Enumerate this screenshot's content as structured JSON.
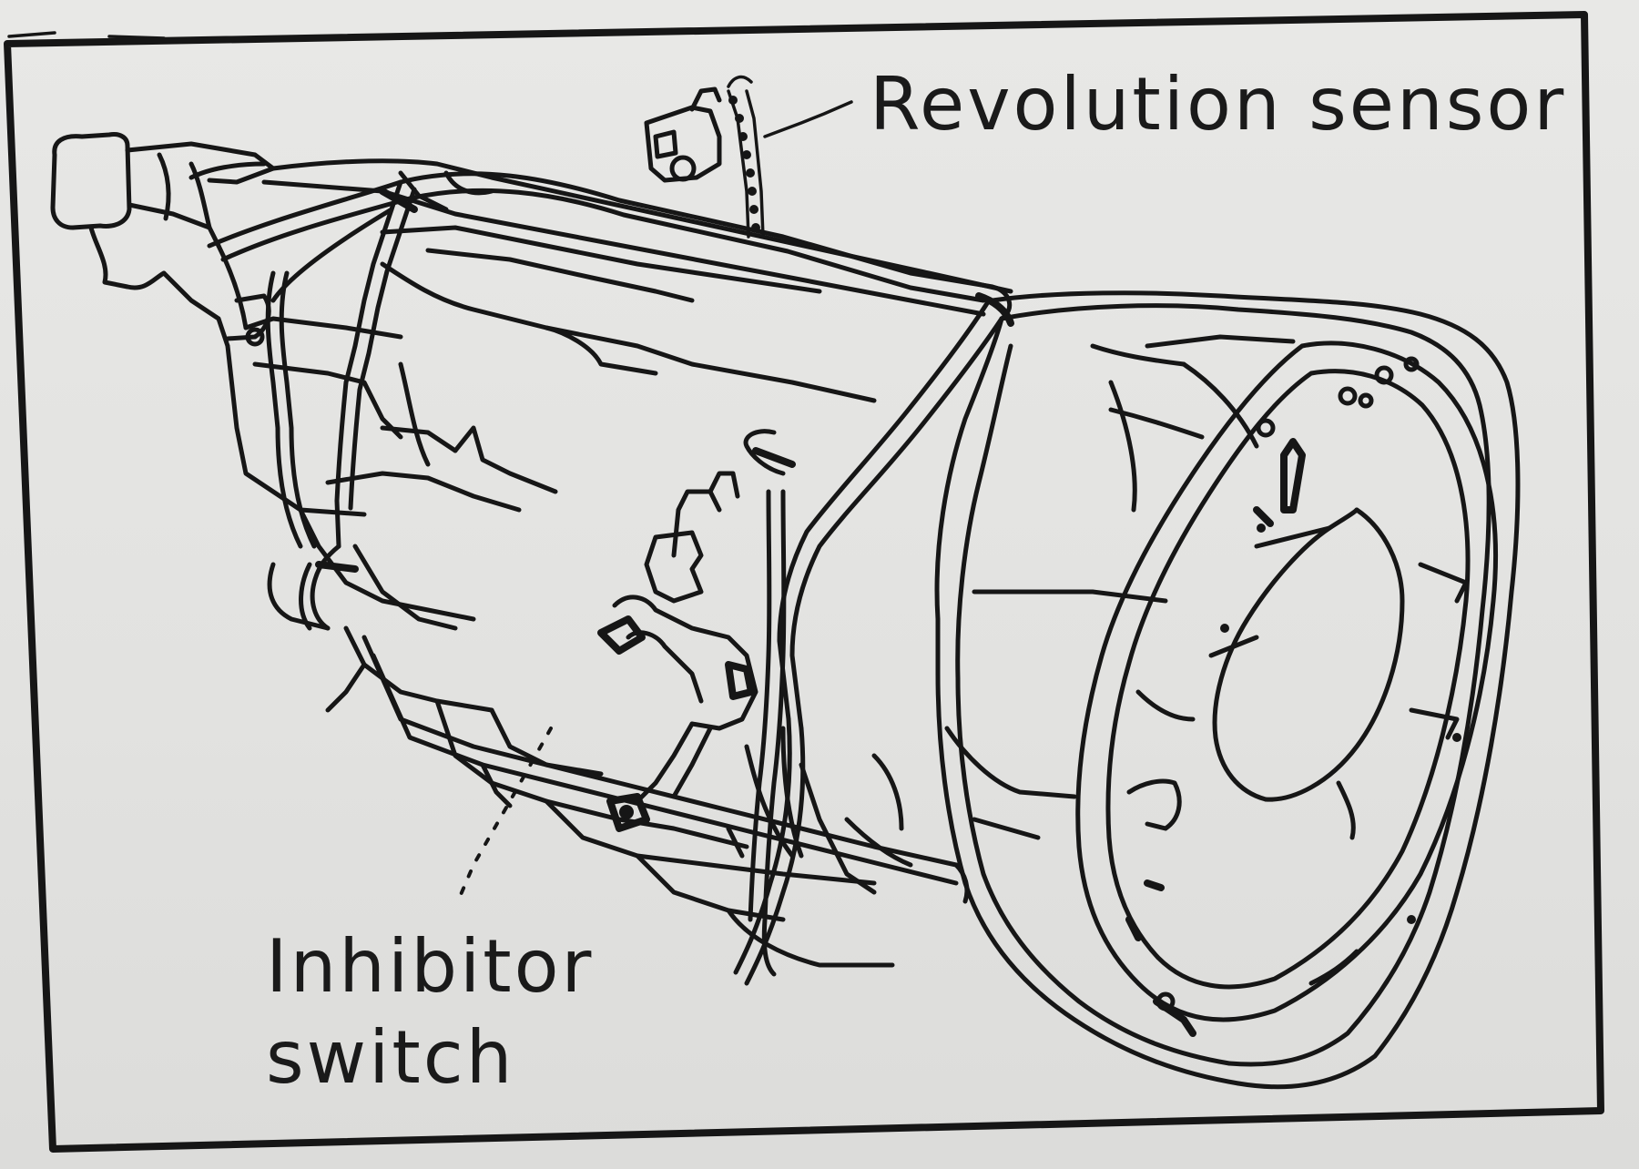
{
  "diagram": {
    "subject-icon": "automatic-transmission-line-drawing",
    "ink_color": "#161616",
    "paper_color": "#e4e4e2",
    "labels": {
      "revolution_sensor": "Revolution sensor",
      "inhibitor_switch_line1": "Inhibitor",
      "inhibitor_switch_line2": "switch"
    }
  }
}
